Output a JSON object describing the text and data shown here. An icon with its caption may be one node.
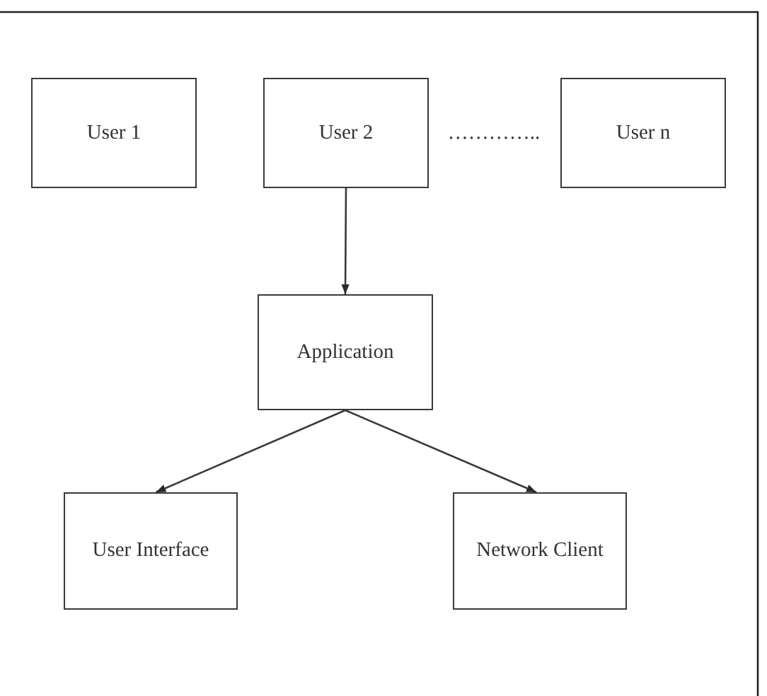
{
  "diagram": {
    "nodes": [
      {
        "text": [
          "User 1"
        ]
      },
      {
        "text": [
          "User 2"
        ]
      },
      {
        "text": [
          "User n"
        ]
      },
      {
        "text": [
          "Application"
        ]
      },
      {
        "text": [
          "User Interface"
        ]
      },
      {
        "text": [
          "Network Client"
        ]
      }
    ],
    "edges": [
      {
        "from": 1,
        "to": 3,
        "arrow": "to"
      },
      {
        "from": 3,
        "to": 4,
        "arrow": "to"
      },
      {
        "from": 3,
        "to": 5,
        "arrow": "to"
      }
    ],
    "labels": [
      "………….."
    ]
  }
}
